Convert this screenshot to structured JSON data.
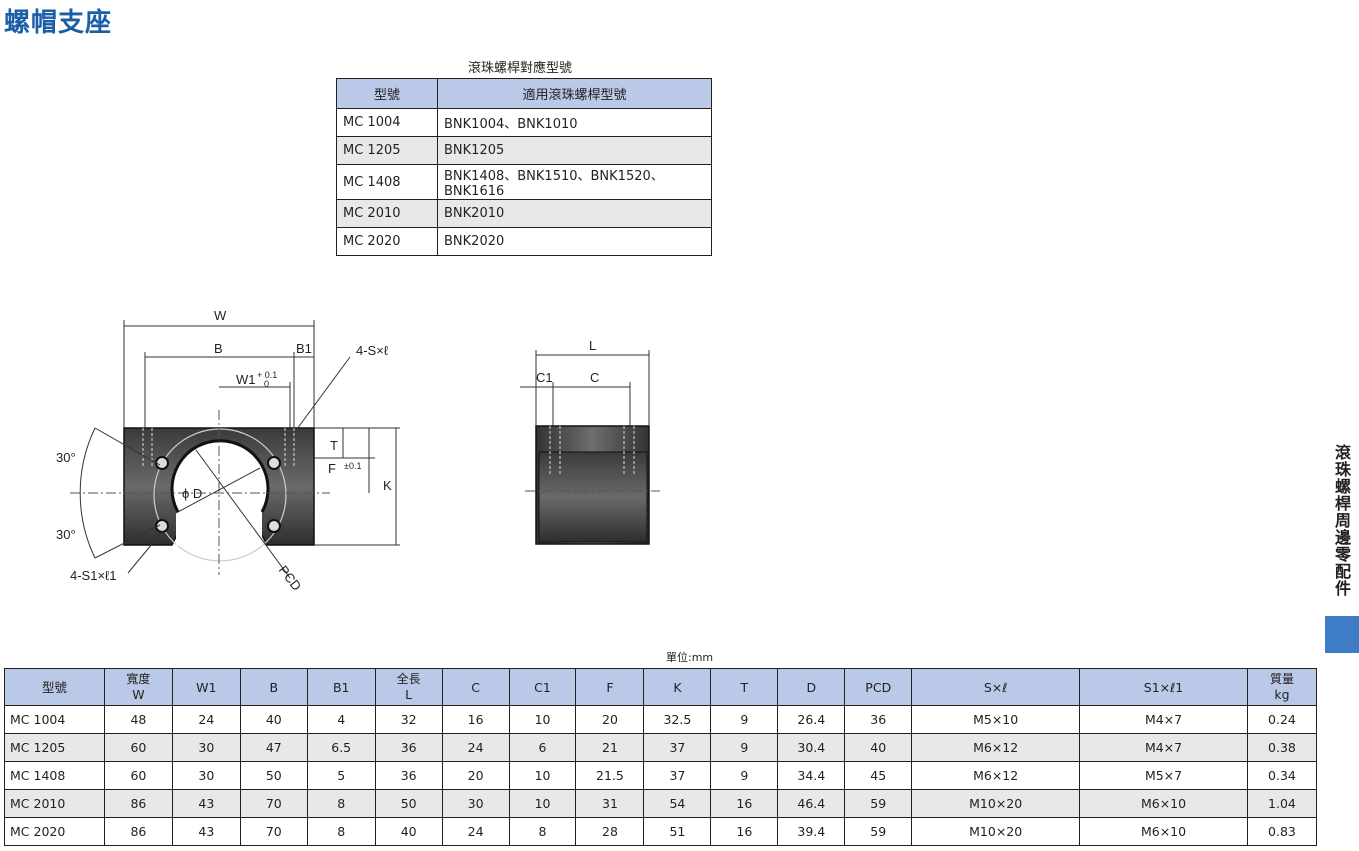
{
  "title": "螺帽支座",
  "compat_table": {
    "caption": "滾珠螺桿對應型號",
    "headers": [
      "型號",
      "適用滾珠螺桿型號"
    ],
    "rows": [
      [
        "MC 1004",
        "BNK1004、BNK1010"
      ],
      [
        "MC 1205",
        "BNK1205"
      ],
      [
        "MC 1408",
        "BNK1408、BNK1510、BNK1520、BNK1616"
      ],
      [
        "MC 2010",
        "BNK2010"
      ],
      [
        "MC 2020",
        "BNK2020"
      ]
    ]
  },
  "drawing": {
    "labels": {
      "W": "W",
      "B": "B",
      "B1": "B1",
      "W1": "W1",
      "tol_plus": "+ 0.1",
      "tol_zero": "0",
      "S": "4-S×ℓ",
      "T": "T",
      "F": "F",
      "F_tol": "±0.1",
      "K": "K",
      "angle_top": "30°",
      "angle_bottom": "30°",
      "phiD": "ϕ D",
      "PCD": "PCD",
      "S1": "4-S1×ℓ1",
      "L": "L",
      "C1": "C1",
      "C": "C"
    }
  },
  "unit": "單位:mm",
  "spec_table": {
    "headers": [
      {
        "top": "",
        "main": "型號"
      },
      {
        "top": "寬度",
        "main": "W"
      },
      {
        "top": "",
        "main": "W1"
      },
      {
        "top": "",
        "main": "B"
      },
      {
        "top": "",
        "main": "B1"
      },
      {
        "top": "全長",
        "main": "L"
      },
      {
        "top": "",
        "main": "C"
      },
      {
        "top": "",
        "main": "C1"
      },
      {
        "top": "",
        "main": "F"
      },
      {
        "top": "",
        "main": "K"
      },
      {
        "top": "",
        "main": "T"
      },
      {
        "top": "",
        "main": "D"
      },
      {
        "top": "",
        "main": "PCD"
      },
      {
        "top": "",
        "main": "S×ℓ"
      },
      {
        "top": "",
        "main": "S1×ℓ1"
      },
      {
        "top": "質量",
        "main": "kg"
      }
    ],
    "rows": [
      [
        "MC 1004",
        "48",
        "24",
        "40",
        "4",
        "32",
        "16",
        "10",
        "20",
        "32.5",
        "9",
        "26.4",
        "36",
        "M5×10",
        "M4×7",
        "0.24"
      ],
      [
        "MC 1205",
        "60",
        "30",
        "47",
        "6.5",
        "36",
        "24",
        "6",
        "21",
        "37",
        "9",
        "30.4",
        "40",
        "M6×12",
        "M4×7",
        "0.38"
      ],
      [
        "MC 1408",
        "60",
        "30",
        "50",
        "5",
        "36",
        "20",
        "10",
        "21.5",
        "37",
        "9",
        "34.4",
        "45",
        "M6×12",
        "M5×7",
        "0.34"
      ],
      [
        "MC 2010",
        "86",
        "43",
        "70",
        "8",
        "50",
        "30",
        "10",
        "31",
        "54",
        "16",
        "46.4",
        "59",
        "M10×20",
        "M6×10",
        "1.04"
      ],
      [
        "MC 2020",
        "86",
        "43",
        "70",
        "8",
        "40",
        "24",
        "8",
        "28",
        "51",
        "16",
        "39.4",
        "59",
        "M10×20",
        "M6×10",
        "0.83"
      ]
    ]
  },
  "sidebar": {
    "label": "滾珠螺桿周邊零配件"
  },
  "colors": {
    "accent": "#1a5ea8",
    "header_bg": "#b9c9e7",
    "row_shade": "#e8e8e8",
    "tab": "#3f7cc7"
  }
}
